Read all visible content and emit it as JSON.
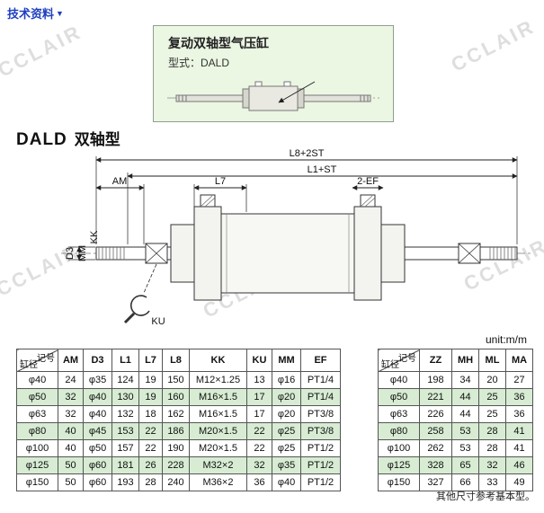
{
  "page": {
    "top_link": "技术资料",
    "unit_label": "unit:m/m",
    "footnote": "其他尺寸参考基本型。",
    "watermark": "CCLAIR"
  },
  "intro_box": {
    "title": "复动双轴型气压缸",
    "model_label": "型式：DALD"
  },
  "section": {
    "model": "DALD",
    "subtitle": "双轴型"
  },
  "diagram": {
    "labels": {
      "l8_2st": "L8+2ST",
      "l1_st": "L1+ST",
      "am": "AM",
      "l7": "L7",
      "ef": "2-EF",
      "d3": "D3",
      "mm": "MM",
      "kk": "KK",
      "ku": "KU"
    }
  },
  "tables": {
    "header_corner": {
      "top": "记号",
      "bottom": "缸径"
    },
    "left": {
      "headers": [
        "AM",
        "D3",
        "L1",
        "L7",
        "L8",
        "KK",
        "KU",
        "MM",
        "EF"
      ],
      "rows": [
        [
          "φ40",
          "24",
          "φ35",
          "124",
          "19",
          "150",
          "M12×1.25",
          "13",
          "φ16",
          "PT1/4"
        ],
        [
          "φ50",
          "32",
          "φ40",
          "130",
          "19",
          "160",
          "M16×1.5",
          "17",
          "φ20",
          "PT1/4"
        ],
        [
          "φ63",
          "32",
          "φ40",
          "132",
          "18",
          "162",
          "M16×1.5",
          "17",
          "φ20",
          "PT3/8"
        ],
        [
          "φ80",
          "40",
          "φ45",
          "153",
          "22",
          "186",
          "M20×1.5",
          "22",
          "φ25",
          "PT3/8"
        ],
        [
          "φ100",
          "40",
          "φ50",
          "157",
          "22",
          "190",
          "M20×1.5",
          "22",
          "φ25",
          "PT1/2"
        ],
        [
          "φ125",
          "50",
          "φ60",
          "181",
          "26",
          "228",
          "M32×2",
          "32",
          "φ35",
          "PT1/2"
        ],
        [
          "φ150",
          "50",
          "φ60",
          "193",
          "28",
          "240",
          "M36×2",
          "36",
          "φ40",
          "PT1/2"
        ]
      ]
    },
    "right": {
      "headers": [
        "ZZ",
        "MH",
        "ML",
        "MA"
      ],
      "rows": [
        [
          "φ40",
          "198",
          "34",
          "20",
          "27"
        ],
        [
          "φ50",
          "221",
          "44",
          "25",
          "36"
        ],
        [
          "φ63",
          "226",
          "44",
          "25",
          "36"
        ],
        [
          "φ80",
          "258",
          "53",
          "28",
          "41"
        ],
        [
          "φ100",
          "262",
          "53",
          "28",
          "41"
        ],
        [
          "φ125",
          "328",
          "65",
          "32",
          "46"
        ],
        [
          "φ150",
          "327",
          "66",
          "33",
          "49"
        ]
      ]
    }
  }
}
